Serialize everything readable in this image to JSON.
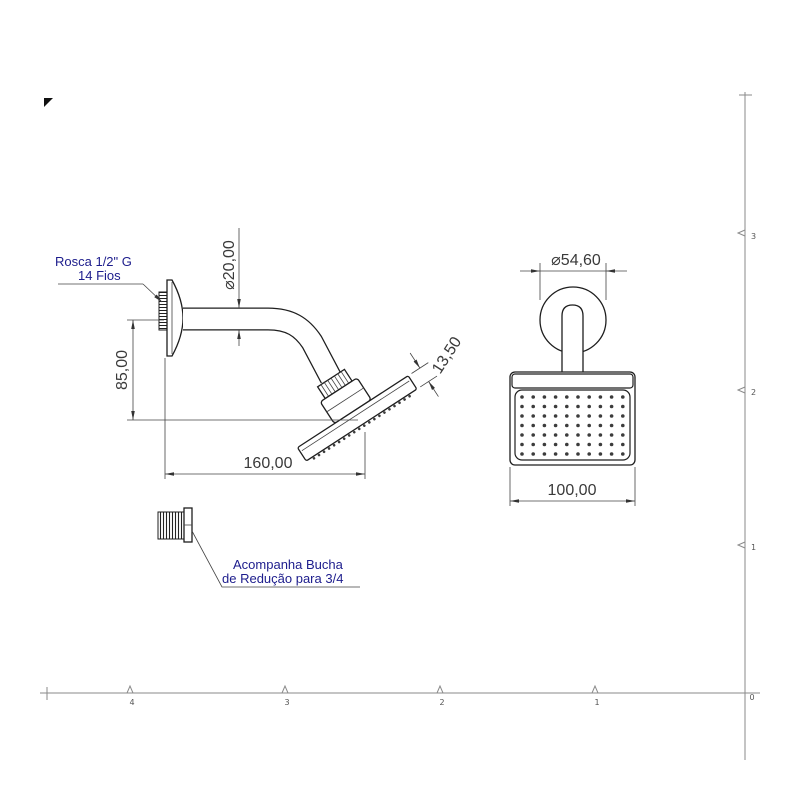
{
  "drawing": {
    "annotations": {
      "thread_spec": "Rosca 1/2\" G",
      "thread_count": "14 Fios",
      "bushing_line1": "Acompanha Bucha",
      "bushing_line2": "de Redução para 3/4"
    },
    "dimensions": {
      "arm_diameter": "⌀20,00",
      "drop_height": "85,00",
      "projection": "160,00",
      "head_thickness": "13,50",
      "flange_diameter": "⌀54,60",
      "head_width": "100,00"
    }
  },
  "ruler": {
    "bottom_labels": [
      "4",
      "3",
      "2",
      "1"
    ],
    "origin_label": "0",
    "right_labels": [
      "3",
      "2",
      "1"
    ]
  },
  "colors": {
    "annotation": "#1c1c8c",
    "line": "#1e1e1e",
    "ruler": "#8a8a8a",
    "dimension_text": "#3a3a3a"
  }
}
